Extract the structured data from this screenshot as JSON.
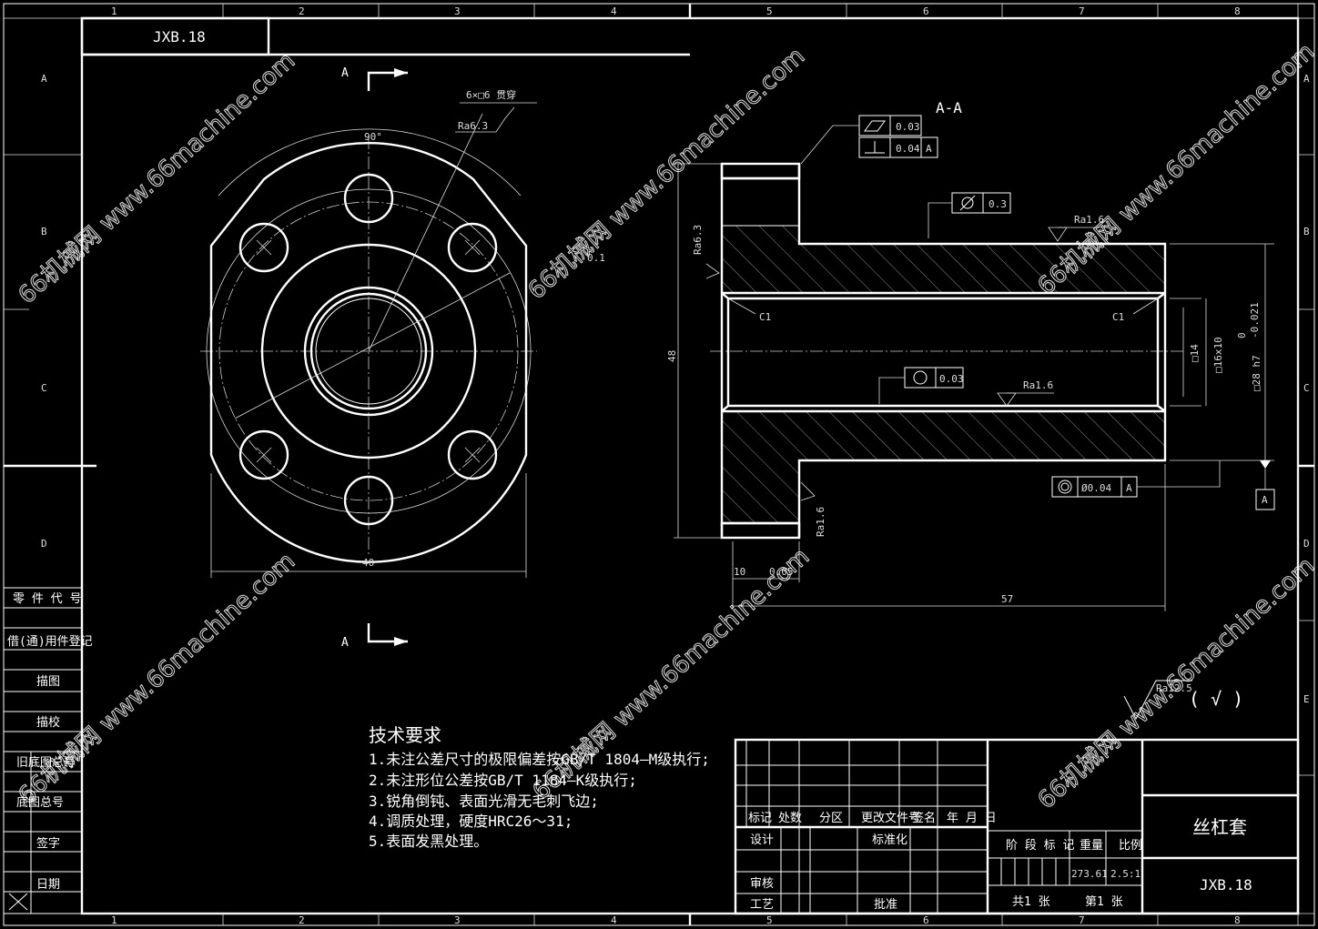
{
  "border": {
    "columns": [
      "1",
      "2",
      "3",
      "4",
      "5",
      "6",
      "7",
      "8"
    ],
    "rows": [
      "A",
      "B",
      "C",
      "D",
      "E"
    ]
  },
  "drawing_number": "JXB.18",
  "views": {
    "front_section_mark": "A",
    "section_title": "A-A",
    "front_labels": {
      "holes": "6×□6 贯穿",
      "ra_holes": "Ra6.3",
      "angle": "90°",
      "width": "40",
      "runout": "0.1"
    },
    "section_labels": {
      "flatness": "0.03",
      "perp": "0.04",
      "perp_datum": "A",
      "cyl": "0.3",
      "ra_top": "Ra1.6",
      "ra_face": "Ra6.3",
      "chamfer_left": "C1",
      "chamfer_right": "C1",
      "round": "0.03",
      "ra_bore": "Ra1.6",
      "height": "48",
      "bore1": "□14",
      "bore2": "□16x10",
      "od": "□28 h7",
      "od_tol_upper": "0",
      "od_tol_lower": "-0.021",
      "ra_bottom": "Ra1.6",
      "flange_w": "10",
      "flange_w2": "0.05",
      "total_len": "57",
      "coax": "Ø0.04",
      "coax_datum": "A",
      "datum": "A"
    },
    "surface_default": "Ra12.5",
    "surface_rest": "( √ )"
  },
  "tech": {
    "title": "技术要求",
    "items": [
      "1.未注公差尺寸的极限偏差按GB/T 1804—M级执行;",
      "2.未注形位公差按GB/T 1184—K级执行;",
      "3.锐角倒钝、表面光滑无毛刺飞边;",
      "4.调质处理，硬度HRC26～31;",
      "5.表面发黑处理。"
    ]
  },
  "left_strip": [
    "零 件 代 号",
    "借(通)用件登记",
    "描图",
    "描校",
    "旧底图总号",
    "底图总号",
    "签字",
    "日期"
  ],
  "title_block": {
    "rev_headers": [
      "标记",
      "处数",
      "分区",
      "更改文件号",
      "签名",
      "年 月 日"
    ],
    "roles": [
      "设计",
      "标准化",
      "审核",
      "工艺",
      "批准"
    ],
    "stage": "阶 段 标 记",
    "weight": "重量",
    "scale": "比例",
    "weight_val": "273.61",
    "scale_val": "2.5:1",
    "sheets_total": "共1 张",
    "sheet_no": "第1 张",
    "part_name": "丝杠套",
    "drawing_no": "JXB.18"
  },
  "watermark": "66机械网 www.66machine.com"
}
